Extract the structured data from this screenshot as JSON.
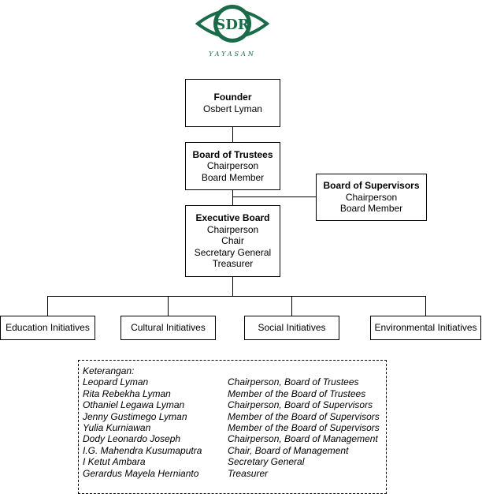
{
  "logo": {
    "monogram": "SDR",
    "caption": "YAYASAN",
    "color": "#1a6b4a"
  },
  "founder": {
    "title": "Founder",
    "lines": [
      "Osbert Lyman"
    ]
  },
  "trustees": {
    "title": "Board of Trustees",
    "lines": [
      "Chairperson",
      "Board Member"
    ]
  },
  "supervisors": {
    "title": "Board of Supervisors",
    "lines": [
      "Chairperson",
      "Board Member"
    ]
  },
  "executive": {
    "title": "Executive Board",
    "lines": [
      "Chairperson",
      "Chair",
      "Secretary General",
      "Treasurer"
    ]
  },
  "initiatives": [
    "Education Initiatives",
    "Cultural Initiatives",
    "Social Initiatives",
    "Environmental Initiatives"
  ],
  "legend": {
    "heading": "Keterangan:",
    "entries": [
      {
        "name": "Leopard Lyman",
        "role": "Chairperson, Board of Trustees"
      },
      {
        "name": "Rita Rebekha Lyman",
        "role": "Member of the Board of Trustees"
      },
      {
        "name": "Othaniel Legawa Lyman",
        "role": "Chairperson, Board of Supervisors"
      },
      {
        "name": "Jenny Gustimego Lyman",
        "role": "Member of the Board of Supervisors"
      },
      {
        "name": "Yulia Kurniawan",
        "role": "Member of the Board of Supervisors"
      },
      {
        "name": "Dody Leonardo Joseph",
        "role": "Chairperson, Board of Management"
      },
      {
        "name": "I.G. Mahendra Kusumaputra",
        "role": "Chair, Board of Management"
      },
      {
        "name": "I Ketut Ambara",
        "role": "Secretary General"
      },
      {
        "name": "Gerardus Mayela Hernianto",
        "role": "Treasurer"
      }
    ]
  }
}
